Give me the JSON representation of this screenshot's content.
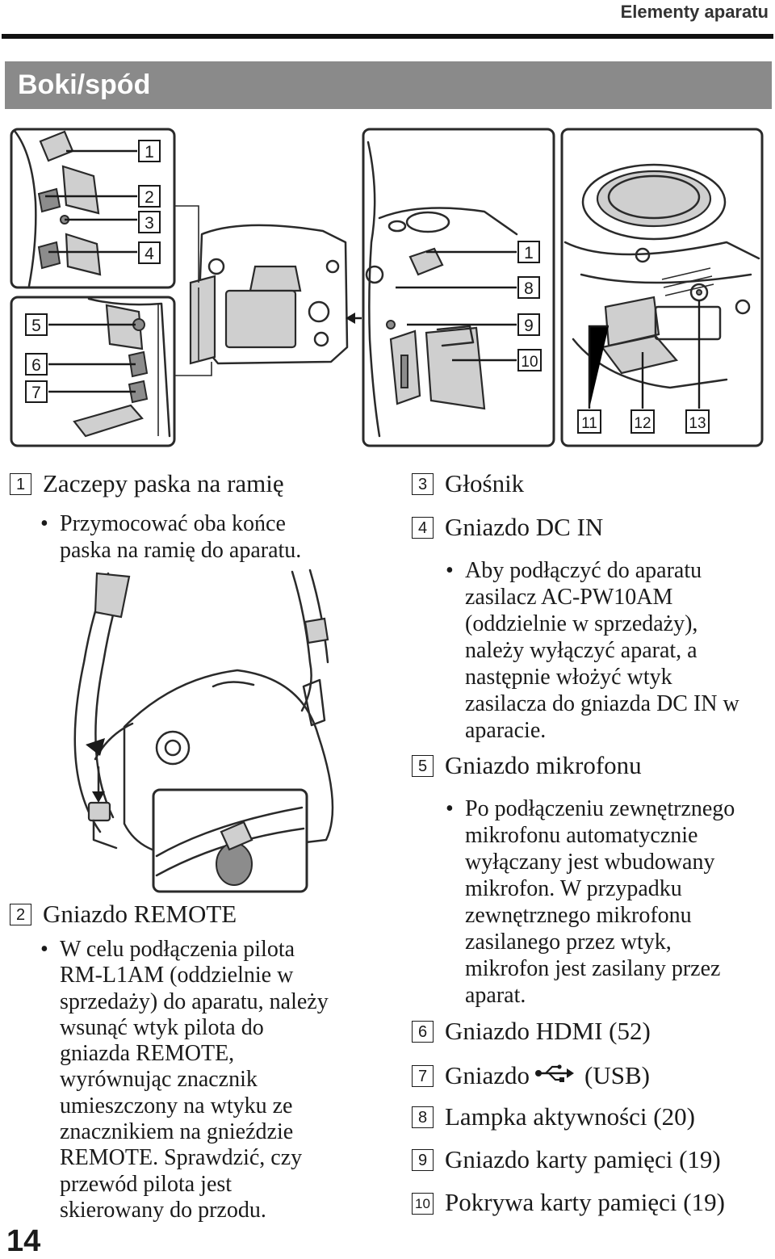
{
  "header": {
    "running_title": "Elementy aparatu"
  },
  "section": {
    "title": "Boki/spód"
  },
  "callouts": {
    "c1": "1",
    "c2": "2",
    "c3": "3",
    "c4": "4",
    "c5": "5",
    "c6": "6",
    "c7": "7",
    "c8": "8",
    "c9": "9",
    "c10": "10",
    "c11": "11",
    "c12": "12",
    "c13": "13"
  },
  "items": [
    {
      "num": "1",
      "title": "Zaczepy paska na ramię",
      "bullet": [
        "Przymocować oba końce",
        "paska na ramię do aparatu."
      ]
    },
    {
      "num": "2",
      "title": "Gniazdo REMOTE",
      "bullet": [
        "W celu podłączenia pilota",
        "RM-L1AM (oddzielnie w",
        "sprzedaży) do aparatu, należy",
        "wsunąć wtyk pilota do",
        "gniazda REMOTE,",
        "wyrównując znacznik",
        "umieszczony na wtyku ze",
        "znacznikiem na gnieździe",
        "REMOTE. Sprawdzić, czy",
        "przewód pilota jest",
        "skierowany do przodu."
      ]
    },
    {
      "num": "3",
      "title": "Głośnik"
    },
    {
      "num": "4",
      "title": "Gniazdo DC IN",
      "bullet": [
        "Aby podłączyć do aparatu",
        "zasilacz AC-PW10AM",
        "(oddzielnie w sprzedaży),",
        "należy wyłączyć aparat, a",
        "następnie włożyć wtyk",
        "zasilacza do gniazda DC IN w",
        "aparacie."
      ]
    },
    {
      "num": "5",
      "title": "Gniazdo mikrofonu",
      "bullet": [
        "Po podłączeniu zewnętrznego",
        "mikrofonu automatycznie",
        "wyłączany jest wbudowany",
        "mikrofon. W przypadku",
        "zewnętrznego mikrofonu",
        "zasilanego przez wtyk,",
        "mikrofon jest zasilany przez",
        "aparat."
      ]
    },
    {
      "num": "6",
      "title": "Gniazdo HDMI (52)"
    },
    {
      "num": "7",
      "title_before": "Gniazdo",
      "title_after": "(USB)",
      "icon": "usb-icon"
    },
    {
      "num": "8",
      "title": "Lampka aktywności (20)"
    },
    {
      "num": "9",
      "title": "Gniazdo karty pamięci (19)"
    },
    {
      "num": "10",
      "title": "Pokrywa karty pamięci (19)"
    }
  ],
  "footer": {
    "page_number": "14"
  }
}
